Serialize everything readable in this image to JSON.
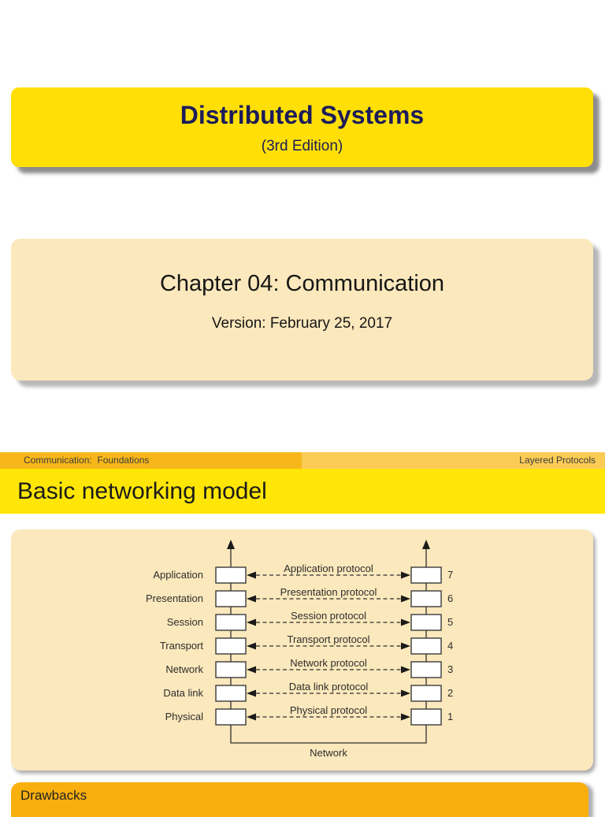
{
  "title_box": {
    "title": "Distributed Systems",
    "subtitle": "(3rd Edition)"
  },
  "chapter_box": {
    "title": "Chapter 04: Communication",
    "version": "Version: February 25, 2017"
  },
  "topbar": {
    "left": "Communication:  Foundations",
    "right": "Layered Protocols"
  },
  "slide_title": "Basic networking model",
  "diagram": {
    "rows": [
      {
        "layer": "Application",
        "protocol": "Application protocol",
        "number": "7"
      },
      {
        "layer": "Presentation",
        "protocol": "Presentation protocol",
        "number": "6"
      },
      {
        "layer": "Session",
        "protocol": "Session protocol",
        "number": "5"
      },
      {
        "layer": "Transport",
        "protocol": "Transport protocol",
        "number": "4"
      },
      {
        "layer": "Network",
        "protocol": "Network protocol",
        "number": "3"
      },
      {
        "layer": "Data link",
        "protocol": "Data link protocol",
        "number": "2"
      },
      {
        "layer": "Physical",
        "protocol": "Physical protocol",
        "number": "1"
      }
    ],
    "bottom_label": "Network"
  },
  "footer_bar": {
    "label": "Drawbacks"
  },
  "colors": {
    "slide_yellow": "#FFDF05",
    "band_yellow": "#FFE606",
    "cream": "#FBE8BC",
    "topbar_left_orange": "#F7B71A",
    "topbar_right_orange": "#FACC55",
    "footer_amber": "#F9AF0E",
    "title_navy": "#1C1C5A"
  }
}
